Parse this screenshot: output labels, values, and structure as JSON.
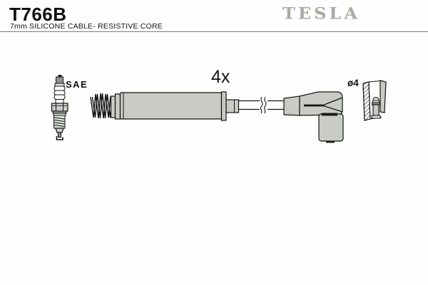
{
  "header": {
    "part_number": "T766B",
    "subtitle": "7mm SILICONE CABLE- RESISTIVE CORE",
    "brand": "TESLA"
  },
  "diagram": {
    "quantity": "4x",
    "spark_plug_standard": "SAE",
    "terminal_diameter": "ø4"
  },
  "colors": {
    "part_fill": "#c8ccc5",
    "outline": "#141414",
    "brand_gray": "#a8aba2",
    "divider": "#7a7a7a",
    "text": "#111111"
  }
}
